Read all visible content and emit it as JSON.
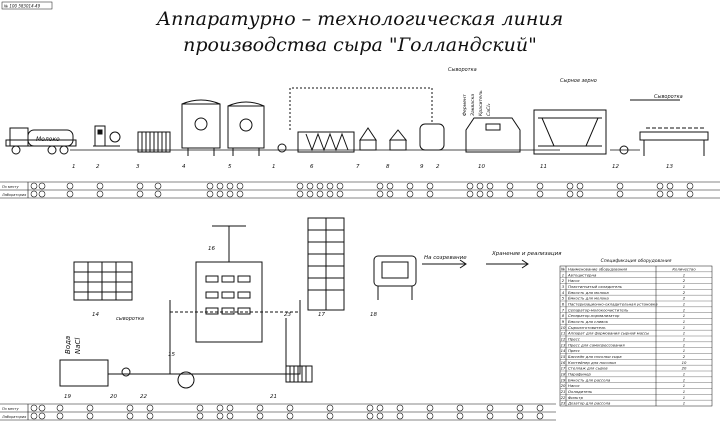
{
  "stamp": "№ 100 583014-49",
  "title": {
    "line1": "Аппаратурно – технологическая линия",
    "line2": "производства  сыра \"Голландский\""
  },
  "labels": {
    "milk": "Молоко",
    "whey_top": "Сыворотка",
    "whey_right": "Сыворотка",
    "cheese_grain": "Сырное зерно",
    "whey_bottom": "сыворотка",
    "water": "Вода",
    "nacl": "NaCl",
    "to_ripening": "На созревание",
    "storage": "Хранение и реализация"
  },
  "additives": [
    "Фермент",
    "Закваска",
    "Краситель",
    "CaCl₂"
  ],
  "row_labels": {
    "top1": "По месту",
    "top2": "Лаборатория",
    "bottom1": "По месту",
    "bottom2": "Лаборатория"
  },
  "equipment_numbers_top": [
    "1",
    "2",
    "3",
    "4",
    "5",
    "6",
    "7",
    "8",
    "9",
    "10",
    "11",
    "12",
    "13",
    "1",
    "2"
  ],
  "equipment_numbers_bottom": [
    "14",
    "15",
    "16",
    "17",
    "18",
    "19",
    "20",
    "21",
    "22",
    "23"
  ],
  "spec": {
    "title": "Спецификация оборудования",
    "headers": [
      "№",
      "Наименование оборудования",
      "Количество"
    ],
    "rows": [
      [
        "1",
        "Автоцистерна",
        "1"
      ],
      [
        "2",
        "Насос",
        "2"
      ],
      [
        "3",
        "Пластинчатый охладитель",
        "1"
      ],
      [
        "4",
        "Емкость для молока",
        "2"
      ],
      [
        "5",
        "Ёмкость для молока",
        "2"
      ],
      [
        "6",
        "Пастеризационно-охладительная установка",
        "1"
      ],
      [
        "7",
        "Сепаратор-молокоочиститель",
        "1"
      ],
      [
        "8",
        "Сепаратор-нормализатор",
        "1"
      ],
      [
        "9",
        "Емкость для сливок",
        "1"
      ],
      [
        "10",
        "Сыроизготовитель",
        "1"
      ],
      [
        "11",
        "Аппарат для формования сырной массы",
        "1"
      ],
      [
        "12",
        "Пресс",
        "1"
      ],
      [
        "13",
        "Пресс для самопрессования",
        "1"
      ],
      [
        "14",
        "Пресс",
        "1"
      ],
      [
        "15",
        "Бассейн для посолки сыра",
        "2"
      ],
      [
        "16",
        "Контейнер для посолки",
        "10"
      ],
      [
        "17",
        "Стеллаж для сыров",
        "20"
      ],
      [
        "18",
        "Парафинер",
        "1"
      ],
      [
        "19",
        "Емкость для рассола",
        "1"
      ],
      [
        "20",
        "Насос",
        "1"
      ],
      [
        "21",
        "Охладитель",
        "1"
      ],
      [
        "22",
        "Фильтр",
        "1"
      ],
      [
        "23",
        "Дозатор для рассола",
        "1"
      ]
    ]
  },
  "colors": {
    "line": "#111111",
    "paper": "#ffffff"
  }
}
